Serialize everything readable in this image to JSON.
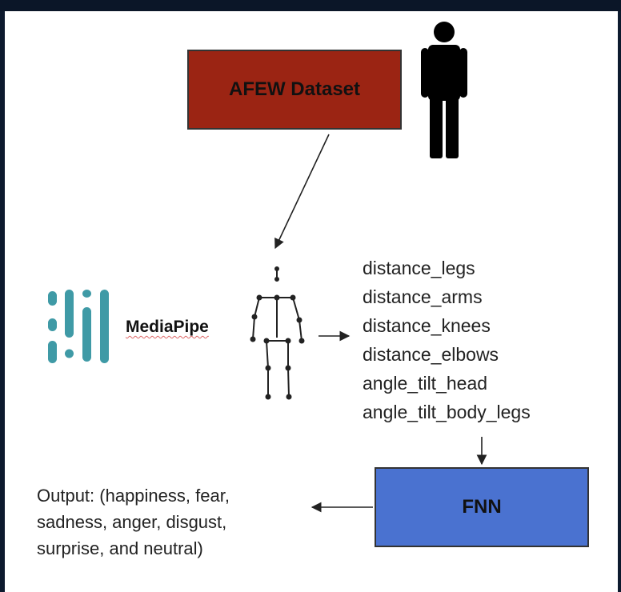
{
  "dataset": {
    "label": "AFEW Dataset"
  },
  "mediapipe": {
    "label": "MediaPipe"
  },
  "features": [
    "distance_legs",
    "distance_arms",
    "distance_knees",
    "distance_elbows",
    "angle_tilt_head",
    "angle_tilt_body_legs"
  ],
  "fnn": {
    "label": "FNN"
  },
  "output": {
    "lines": [
      "Output: (happiness, fear,",
      "sadness, anger, disgust,",
      "surprise, and neutral)"
    ]
  },
  "colors": {
    "dataset_box": "#9b2413",
    "fnn_box": "#4a72d0",
    "mediapipe_logo": "#3f9aa6",
    "border_dark": "#0d1a2e"
  }
}
